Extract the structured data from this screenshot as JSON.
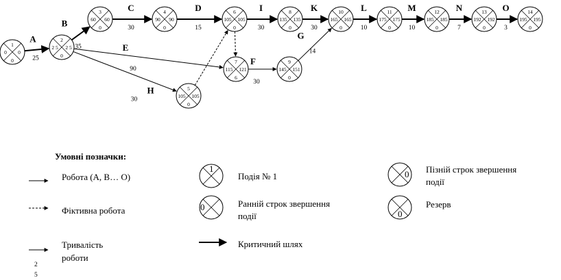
{
  "nodes": [
    {
      "id": "1",
      "early": "0",
      "late": "0",
      "reserve": "0"
    },
    {
      "id": "2",
      "early": "2 5",
      "late": "2 5",
      "reserve": "0"
    },
    {
      "id": "3",
      "early": "60",
      "late": "60",
      "reserve": "0"
    },
    {
      "id": "4",
      "early": "90",
      "late": "90",
      "reserve": "0"
    },
    {
      "id": "6",
      "early": "105",
      "late": "105",
      "reserve": "0"
    },
    {
      "id": "8",
      "early": "135",
      "late": "135",
      "reserve": "0"
    },
    {
      "id": "10",
      "early": "165",
      "late": "165",
      "reserve": "0"
    },
    {
      "id": "11",
      "early": "175",
      "late": "175",
      "reserve": "0"
    },
    {
      "id": "12",
      "early": "185",
      "late": "185",
      "reserve": "0"
    },
    {
      "id": "13",
      "early": "192",
      "late": "192",
      "reserve": "0"
    },
    {
      "id": "14",
      "early": "195",
      "late": "195",
      "reserve": "0"
    },
    {
      "id": "5",
      "early": "105",
      "late": "105",
      "reserve": "0"
    },
    {
      "id": "7",
      "early": "115",
      "late": "121",
      "reserve": "6"
    },
    {
      "id": "9",
      "early": "145",
      "late": "151",
      "reserve": "0"
    }
  ],
  "activities": [
    {
      "label": "A",
      "duration": "25",
      "from": "1",
      "to": "2",
      "kind": "critical"
    },
    {
      "label": "B",
      "duration": "35",
      "from": "2",
      "to": "3",
      "kind": "critical"
    },
    {
      "label": "C",
      "duration": "30",
      "from": "3",
      "to": "4",
      "kind": "critical"
    },
    {
      "label": "D",
      "duration": "15",
      "from": "4",
      "to": "6",
      "kind": "critical"
    },
    {
      "label": "I",
      "duration": "30",
      "from": "6",
      "to": "8",
      "kind": "critical"
    },
    {
      "label": "K",
      "duration": "30",
      "from": "8",
      "to": "10",
      "kind": "critical"
    },
    {
      "label": "L",
      "duration": "10",
      "from": "10",
      "to": "11",
      "kind": "critical"
    },
    {
      "label": "M",
      "duration": "10",
      "from": "11",
      "to": "12",
      "kind": "critical"
    },
    {
      "label": "N",
      "duration": "7",
      "from": "12",
      "to": "13",
      "kind": "critical"
    },
    {
      "label": "O",
      "duration": "3",
      "from": "13",
      "to": "14",
      "kind": "critical"
    },
    {
      "label": "E",
      "duration": "90",
      "from": "2",
      "to": "7",
      "kind": "normal"
    },
    {
      "label": "H",
      "duration": "30",
      "from": "2",
      "to": "5",
      "kind": "normal"
    },
    {
      "label": "F",
      "duration": "30",
      "from": "7",
      "to": "9",
      "kind": "normal"
    },
    {
      "label": "G",
      "duration": "14",
      "from": "9",
      "to": "10",
      "kind": "normal"
    },
    {
      "label": "",
      "duration": "",
      "from": "5",
      "to": "6",
      "kind": "dummy"
    },
    {
      "label": "",
      "duration": "",
      "from": "6",
      "to": "7",
      "kind": "dummy"
    }
  ],
  "legend": {
    "title": "Умовні позначки:",
    "work": "Робота (А, В… О)",
    "dummy": "Фіктивна робота",
    "duration_line1": "Тривалість",
    "duration_line2": "роботи",
    "duration_sample_top": "2",
    "duration_sample_bottom": "5",
    "event_text": "Подія № 1",
    "event_sample": "1",
    "early_line1": "Ранній  строк звершення",
    "early_line2": "події",
    "early_sample": "0",
    "critical": "Критичний шлях",
    "late_line1": "Пізній   строк звершення",
    "late_line2": "події",
    "late_sample": "0",
    "reserve": "Резерв",
    "reserve_sample": "0"
  }
}
